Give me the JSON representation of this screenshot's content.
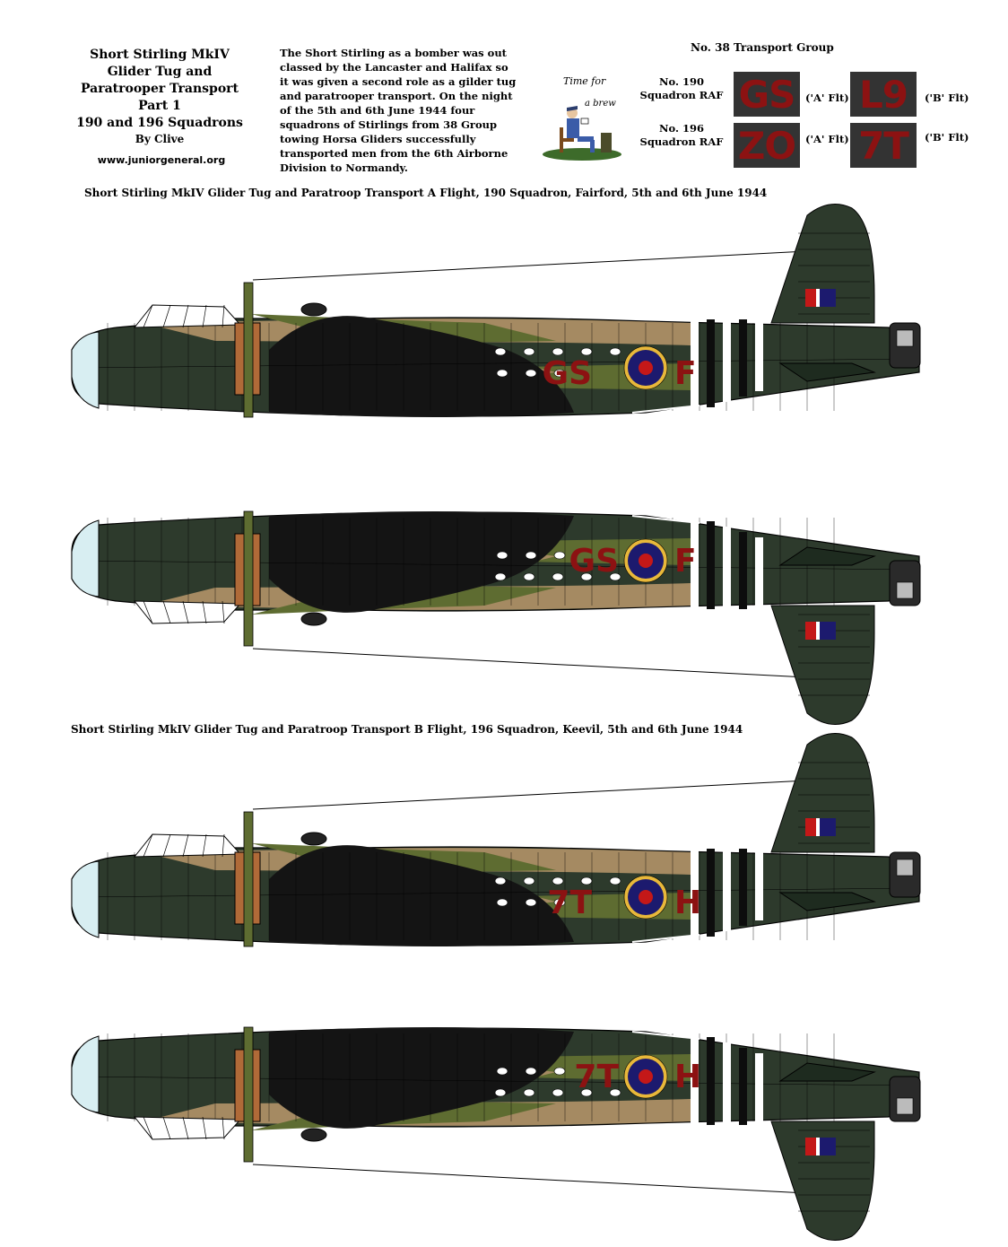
{
  "header": {
    "title_lines": [
      "Short Stirling MkIV",
      "Glider Tug and",
      "Paratrooper Transport",
      "Part 1",
      "190 and 196 Squadrons"
    ],
    "byline": "By Clive",
    "website": "www.juniorgeneral.org"
  },
  "intro": {
    "lines": [
      "The Short Stirling as a bomber was out",
      "classed by the Lancaster and Halifax so",
      "it was given a second role as a gilder tug",
      "and paratrooper transport. On the night",
      "of the 5th and 6th June 1944 four",
      "squadrons of Stirlings from 38 Group",
      "towing Horsa Gliders successfully",
      "transported men from the 6th Airborne",
      "Division to Normandy."
    ]
  },
  "brew_logo": {
    "line1": "Time for",
    "line2": "a brew"
  },
  "codes": {
    "group_title": "No. 38 Transport Group",
    "rows": [
      {
        "squadron": [
          "No. 190",
          "Squadron RAF"
        ],
        "a_code": "GS",
        "a_label": "('A' Flt)",
        "b_code": "L9",
        "b_label": "('B' Flt)"
      },
      {
        "squadron": [
          "No. 196",
          "Squadron RAF"
        ],
        "a_code": "ZO",
        "a_label": "('A' Flt)",
        "b_code": "7T",
        "b_label": "('B' Flt)"
      }
    ]
  },
  "aircraft": [
    {
      "caption": "Short Stirling MkIV Glider Tug and Paratroop Transport A Flight, 190 Squadron, Fairford, 5th and 6th June 1944",
      "code": "GS",
      "letter": "F"
    },
    {
      "caption": "Short Stirling MkIV Glider Tug and Paratroop Transport B Flight, 196 Squadron, Keevil, 5th and 6th June 1944",
      "code": "7T",
      "letter": "H"
    }
  ],
  "colors": {
    "dark_green": "#2d3a2c",
    "black_underside": "#141414",
    "olive": "#5e6c31",
    "tan": "#a58a62",
    "code_red": "#8c1212",
    "roundel_blue": "#1c1a6e",
    "roundel_yellow": "#e8b83a",
    "stripe_white": "#ffffff",
    "code_box": "#333333"
  }
}
